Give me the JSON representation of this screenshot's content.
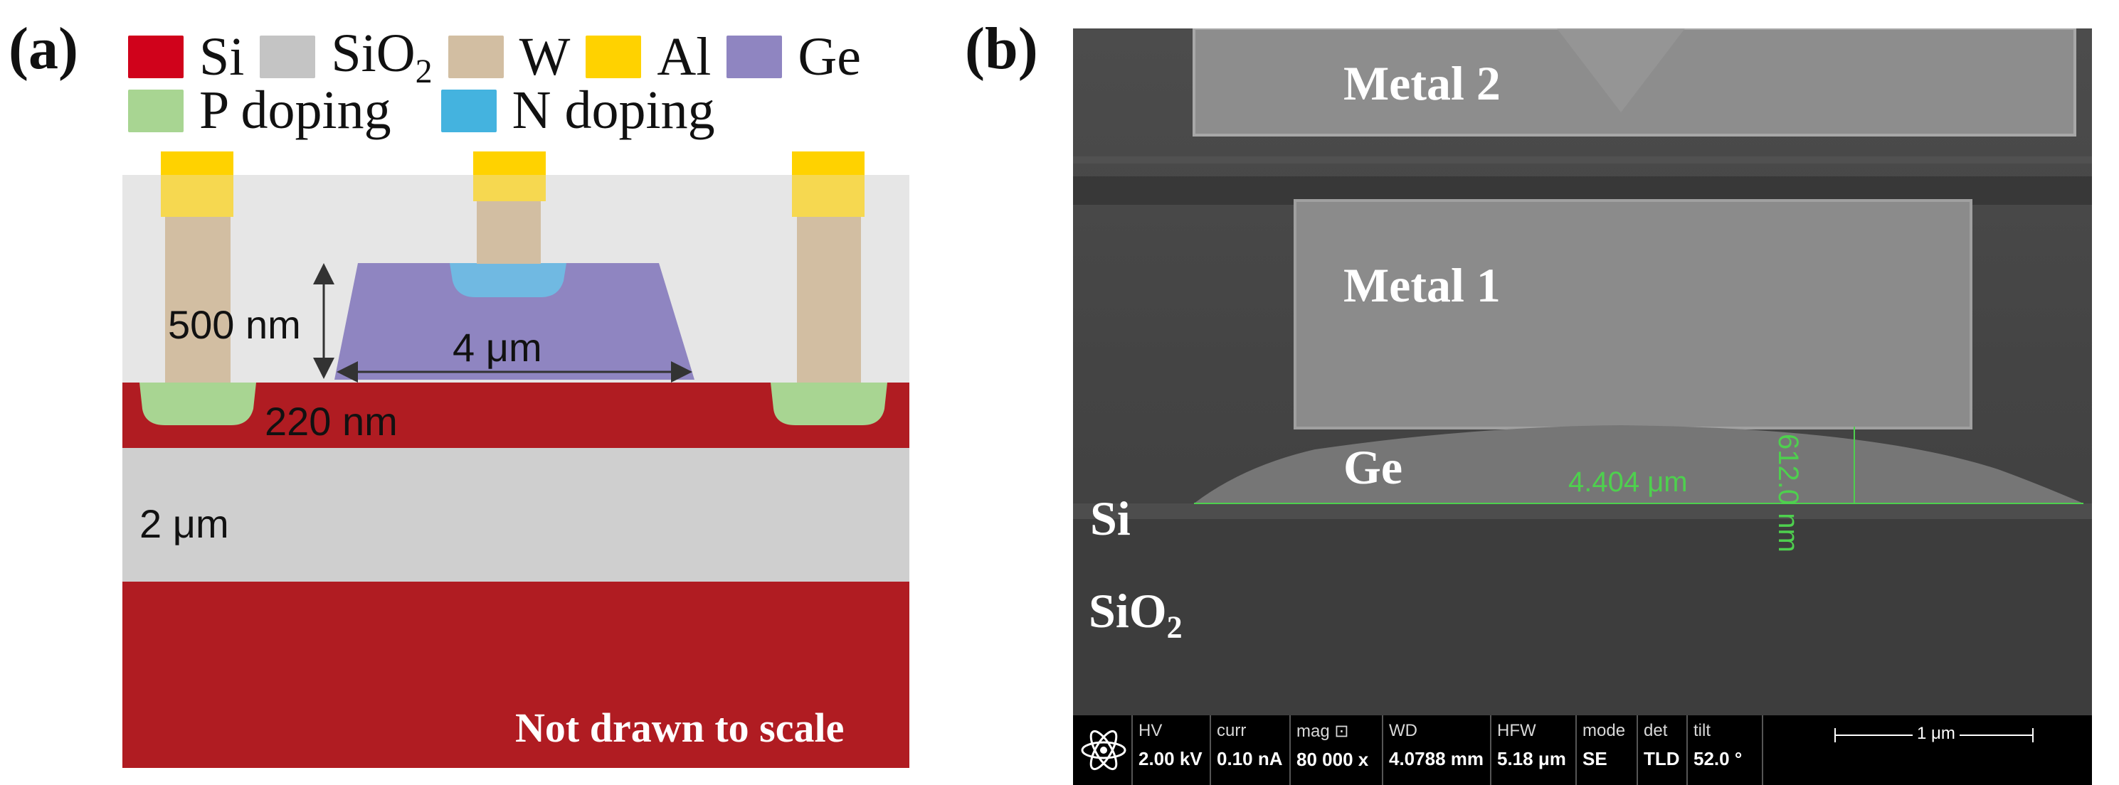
{
  "panel_a": {
    "label": "(a)",
    "legend": [
      {
        "name": "Si",
        "color": "#d0021b"
      },
      {
        "name": "SiO",
        "sub": "2",
        "color": "#c4c4c4"
      },
      {
        "name": "W",
        "color": "#d2bea2"
      },
      {
        "name": "Al",
        "color": "#ffd200"
      },
      {
        "name": "Ge",
        "color": "#8f85c1"
      },
      {
        "name": "P doping",
        "color": "#a8d592"
      },
      {
        "name": "N doping",
        "color": "#44b3df"
      }
    ],
    "dimensions": {
      "ge_height": "500 nm",
      "ge_width": "4 μm",
      "si_thickness": "220 nm",
      "box_thickness": "2 μm"
    },
    "note": "Not drawn to scale",
    "colors": {
      "si_layer": "#b01c22",
      "oxide_cladding": "#e6e6e6",
      "box": "#cfcfcf",
      "ge": "#8f85c1",
      "tungsten": "#d2bea2",
      "aluminum": "#ffd200",
      "p_doping": "#a8d592",
      "n_doping": "#70b9e2"
    }
  },
  "panel_b": {
    "label": "(b)",
    "labels": {
      "metal2": "Metal 2",
      "metal1": "Metal 1",
      "ge": "Ge",
      "si": "Si",
      "sio2": "SiO",
      "sio2_sub": "2"
    },
    "measurements": {
      "width": "4.404 μm",
      "height": "612.0 nm"
    },
    "databar": {
      "fields": [
        {
          "label": "HV",
          "value": "2.00 kV"
        },
        {
          "label": "curr",
          "value": "0.10 nA"
        },
        {
          "label": "mag ⊡",
          "value": "80 000 x"
        },
        {
          "label": "WD",
          "value": "4.0788 mm"
        },
        {
          "label": "HFW",
          "value": "5.18 μm"
        },
        {
          "label": "mode",
          "value": "SE"
        },
        {
          "label": "det",
          "value": "TLD"
        },
        {
          "label": "tilt",
          "value": "52.0 °"
        }
      ],
      "scale_bar": "1 μm"
    },
    "colors": {
      "background": "#4a4a4a",
      "metal": "#8d8d8d",
      "ge": "#777777",
      "measurement": "#4ed04e"
    }
  }
}
